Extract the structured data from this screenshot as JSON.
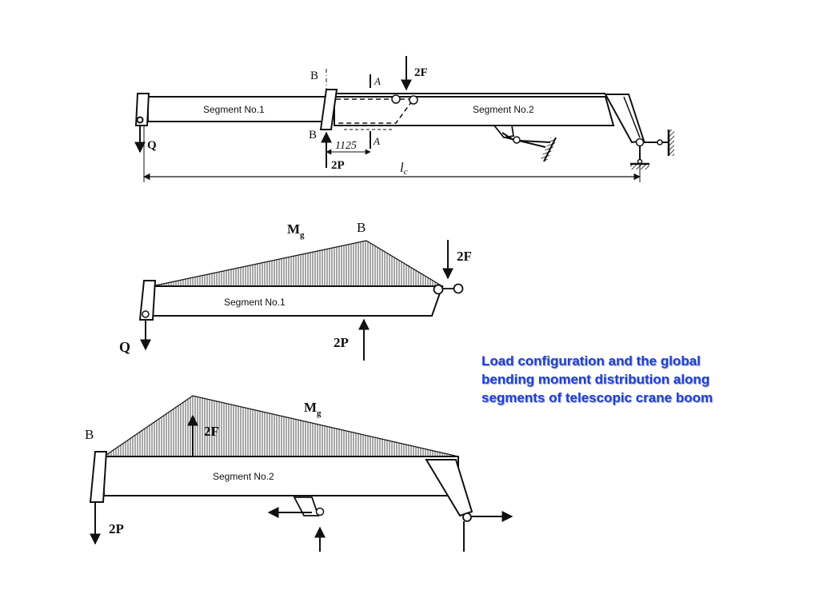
{
  "caption": [
    "Load configuration and the global",
    "bending moment distribution along",
    "segments of telescopic crane boom"
  ],
  "top": {
    "segment1": "Segment No.1",
    "segment2": "Segment No.2",
    "section_b_top": "B",
    "section_b_bottom": "B",
    "section_a_top": "A",
    "section_a_bottom": "A",
    "load_2f": "2F",
    "load_q": "Q",
    "load_2p": "2P",
    "dimension": "1125",
    "length": "l",
    "length_sub": "c"
  },
  "mid": {
    "segment": "Segment No.1",
    "moment": "M",
    "moment_sub": "g",
    "section_b": "B",
    "load_2f": "2F",
    "load_q": "Q",
    "load_2p": "2P"
  },
  "bottom": {
    "segment": "Segment No.2",
    "moment": "M",
    "moment_sub": "g",
    "section_b": "B",
    "load_2f": "2F",
    "load_2p": "2P"
  }
}
